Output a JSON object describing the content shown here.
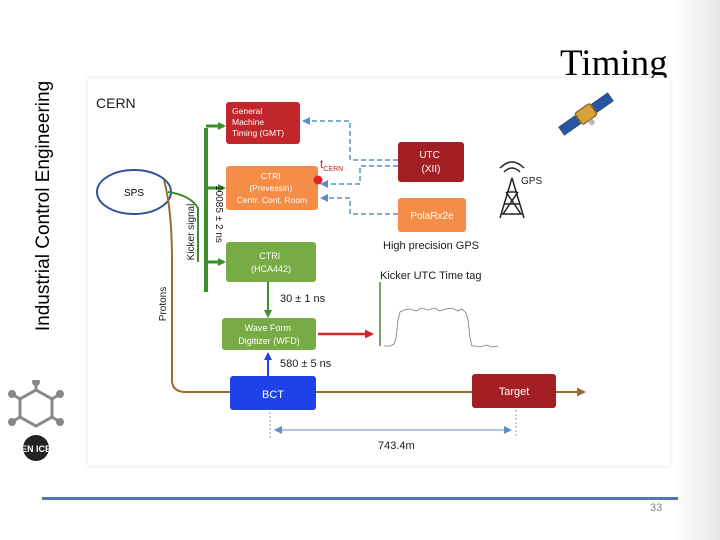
{
  "slide": {
    "title": "Timing",
    "side_title": "Industrial Control Engineering",
    "page_number": "33",
    "logo_text": "EN ICE"
  },
  "diagram": {
    "cern_label": "CERN",
    "sps_label": "SPS",
    "gmt_lines": [
      "General",
      "Machine",
      "Timing (GMT)"
    ],
    "ctri1_lines": [
      "CTRI",
      "(Prevessin)",
      "Centr. Cont. Room"
    ],
    "ctri2_lines": [
      "CTRI",
      "(HCA442)"
    ],
    "utc_lines": [
      "UTC",
      "(XII)"
    ],
    "polarx_label": "PolaRx2e",
    "gps_label": "GPS",
    "high_precision_gps": "High precision GPS",
    "t_cern_main": "t",
    "t_cern_sub": "CERN",
    "delay_gmt_ctri": "10085 ± 2 ns",
    "kicker_signal": "Kicker signal",
    "kicker_time_tag": "Kicker UTC Time tag",
    "delay_ctri_wfd": "30 ± 1 ns",
    "wfd_lines": [
      "Wave Form",
      "Digitizer (WFD)"
    ],
    "delay_bct_wfd": "580 ± 5 ns",
    "protons_label": "Protons",
    "bct_label": "BCT",
    "target_label": "Target",
    "distance_label": "743.4m"
  },
  "colors": {
    "red_box": "#c0272d",
    "orange_box": "#f48d47",
    "green_box": "#78ab45",
    "blue_box": "#1f41e8",
    "dark_red_box": "#a31f24",
    "green_line": "#3c8f2a",
    "dashed_line": "#5b8fc9",
    "proton_line": "#9a6a2e",
    "accent_rule": "#4e79b4"
  }
}
